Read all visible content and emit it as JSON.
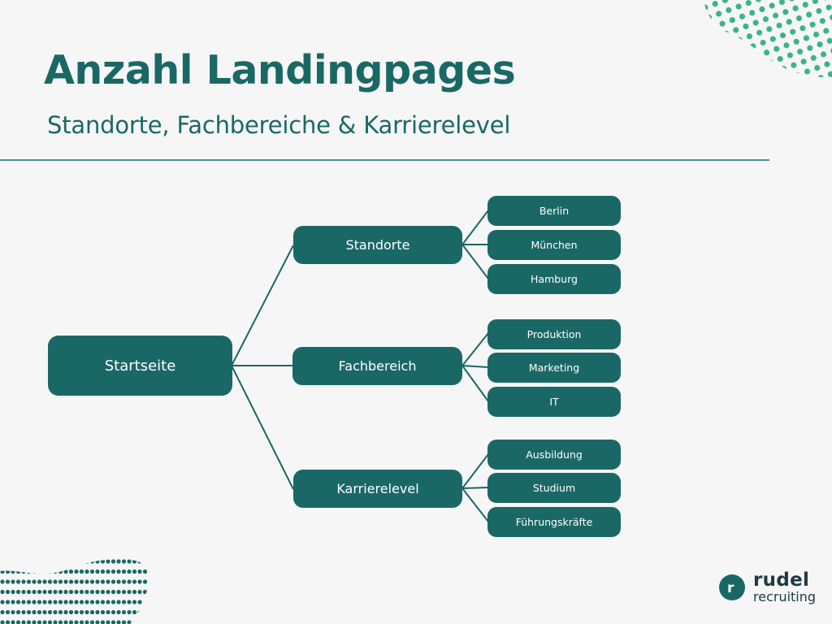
{
  "header": {
    "title": "Anzahl Landingpages",
    "subtitle": "Standorte, Fachbereiche & Karrierelevel"
  },
  "colors": {
    "primary": "#1a6866",
    "accent_dots": "#3cb388",
    "background": "#f6f6f6",
    "logo_text": "#1e3a44"
  },
  "diagram": {
    "root": {
      "label": "Startseite"
    },
    "branches": [
      {
        "label": "Standorte",
        "children": [
          "Berlin",
          "München",
          "Hamburg"
        ]
      },
      {
        "label": "Fachbereich",
        "children": [
          "Produktion",
          "Marketing",
          "IT"
        ]
      },
      {
        "label": "Karrierelevel",
        "children": [
          "Ausbildung",
          "Studium",
          "Führungskräfte"
        ]
      }
    ]
  },
  "logo": {
    "mark": "r",
    "line1": "rudel",
    "line2": "recruiting"
  }
}
